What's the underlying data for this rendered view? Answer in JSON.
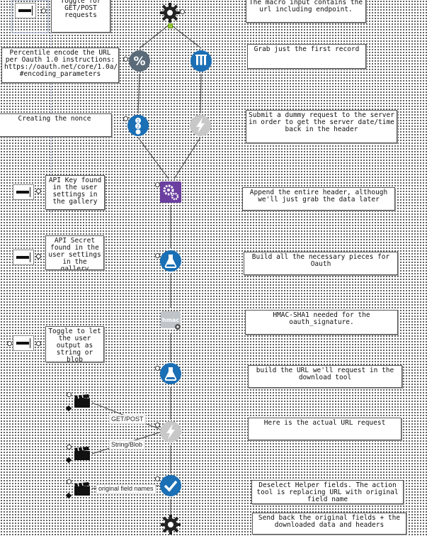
{
  "notes": {
    "toggle_get_post": "Toggle for\nGET/POST\nrequests",
    "macro_input": "The macro input contains the\nurl including endpoint.",
    "percent_encode": "Percentile encode the URL\nper Oauth 1.0 instructions:\nhttps://oauth.net/core/1.0a/\n#encoding_parameters",
    "first_record": "Grab just the first record",
    "nonce": "Creating the nonce",
    "dummy_request": "Submit a dummy request to the server\nin order to get the server date/time\nback in the header",
    "api_key": "API Key found\nin the user\nsettings in\nthe gallery",
    "append_header": "Append the entire header, although\nwe'll just grab the data later",
    "api_secret": "API Secret\nfound in the\nuser settings\nin the\ngallery",
    "build_oauth": "Build all the necessary pieces for\nOauth",
    "hmac": "HMAC-SHA1 needed for the\noauth_signature.",
    "toggle_output": "Toggle to let\nthe user\noutput as\nstring or\nblob",
    "build_url": "build the URL we'll request in the\ndownload tool",
    "actual_request": "Here is the actual URL request",
    "deselect": "Deselect Helper fields. The action\ntool is replacing URL with original\nfield name",
    "send_back": "Send back the original fields + the\ndownloaded data and headers"
  },
  "connection_labels": {
    "get_post": "GET/POST",
    "string_blob": "String/Blob",
    "original_field_names": "original field names"
  },
  "tools": [
    {
      "name": "macro-input",
      "icon": "gear-icon"
    },
    {
      "name": "percent-encode",
      "icon": "percent-icon"
    },
    {
      "name": "sample",
      "icon": "test-tubes-icon"
    },
    {
      "name": "nonce",
      "icon": "sequence-icon"
    },
    {
      "name": "dummy-download",
      "icon": "lightning-icon"
    },
    {
      "name": "append-fields",
      "icon": "gears-icon"
    },
    {
      "name": "formula-oauth",
      "icon": "flask-icon"
    },
    {
      "name": "hmac-sha1",
      "icon": "hmac-icon"
    },
    {
      "name": "formula-url",
      "icon": "flask-icon"
    },
    {
      "name": "download",
      "icon": "lightning-icon"
    },
    {
      "name": "select",
      "icon": "checkmark-icon"
    },
    {
      "name": "macro-output",
      "icon": "gear-icon"
    }
  ],
  "colors": {
    "macro": "#444444",
    "preparation": "#3f4f5f",
    "blue_tool": "#1a6fb5",
    "disabled": "#c8c8c8",
    "join": "#6b3fa0",
    "connector": "#555555"
  }
}
